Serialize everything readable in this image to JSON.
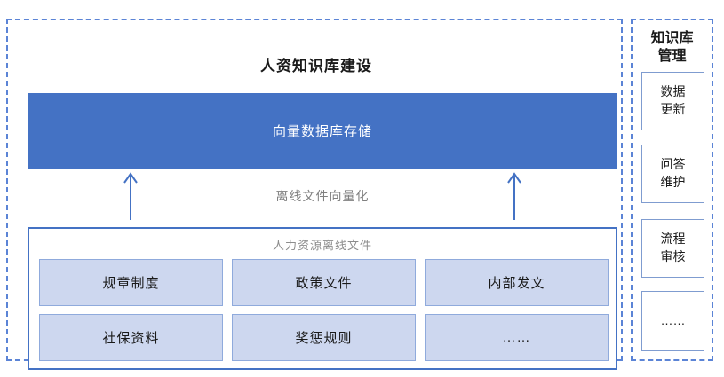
{
  "main_panel": {
    "title": "人资知识库建设",
    "vector_db_label": "向量数据库存储",
    "vectorize_label": "离线文件向量化",
    "files_container": {
      "label": "人力资源离线文件",
      "items": [
        "规章制度",
        "政策文件",
        "内部发文",
        "社保资料",
        "奖惩规则",
        "……"
      ]
    }
  },
  "side_panel": {
    "title": "知识库管理",
    "items": [
      "数据更新",
      "问答维护",
      "流程审核",
      "……"
    ]
  },
  "colors": {
    "accent_blue": "#4472c4",
    "light_box_fill": "#cdd7ef",
    "light_box_border": "#8faadc",
    "dashed_border": "#5b84d6",
    "muted_text": "#808080",
    "bar_text": "#ffffff"
  },
  "icons": {
    "up_arrow": "↑"
  }
}
